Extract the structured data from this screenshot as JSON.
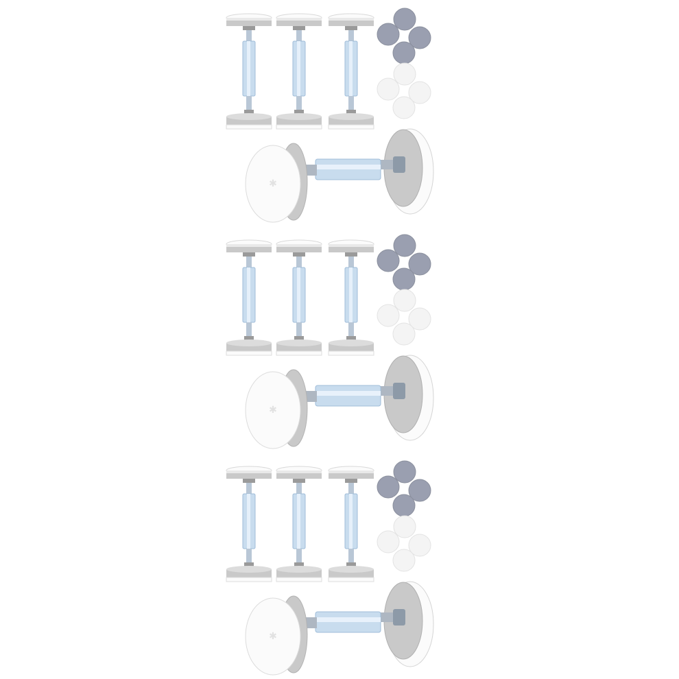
{
  "image": {
    "background": "#ffffff",
    "sets": [
      {
        "upright_bolts": 3,
        "felt_pads_gray": 4,
        "felt_pads_white": 4,
        "assembled_bolt": 1
      },
      {
        "upright_bolts": 3,
        "felt_pads_gray": 4,
        "felt_pads_white": 4,
        "assembled_bolt": 1
      },
      {
        "upright_bolts": 3,
        "felt_pads_gray": 4,
        "felt_pads_white": 4,
        "assembled_bolt": 1
      }
    ],
    "colors": {
      "metal_silver": "#c9c9c9",
      "metal_dark": "#9a9a9a",
      "zinc_blue": "#c8dcee",
      "zinc_blue_dark": "#9fbcd8",
      "pad_gray": "#9a9fb0",
      "pad_white": "#f4f4f4",
      "rubber_white": "#fbfbfb"
    }
  }
}
